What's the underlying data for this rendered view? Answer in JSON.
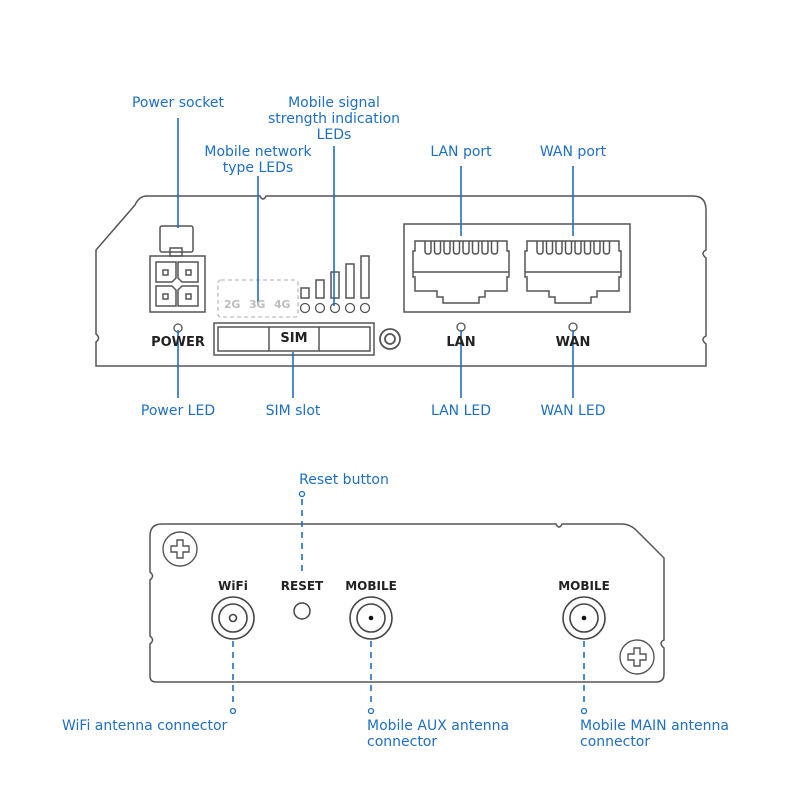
{
  "colors": {
    "callout": "#1f6fc1",
    "outline": "#555555",
    "label": "#222222",
    "led_type_text": "#bdbdbd"
  },
  "front_panel": {
    "callouts": {
      "power_socket": "Power socket",
      "mobile_network_type_leds": [
        "Mobile network",
        "type LEDs"
      ],
      "signal_strength_leds": [
        "Mobile signal",
        "strength indication",
        "LEDs"
      ],
      "lan_port": "LAN port",
      "wan_port": "WAN port",
      "power_led": "Power LED",
      "sim_slot": "SIM slot",
      "lan_led": "LAN LED",
      "wan_led": "WAN LED"
    },
    "labels": {
      "power": "POWER",
      "sim": "SIM",
      "lan": "LAN",
      "wan": "WAN"
    },
    "network_types": [
      "2G",
      "3G",
      "4G"
    ],
    "signal_bars": 5
  },
  "back_panel": {
    "callouts": {
      "reset_button": "Reset button",
      "wifi_connector": "WiFi antenna connector",
      "mobile_aux_connector": [
        "Mobile AUX antenna",
        "connector"
      ],
      "mobile_main_connector": [
        "Mobile MAIN antenna",
        "connector"
      ]
    },
    "labels": {
      "wifi": "WiFi",
      "reset": "RESET",
      "mobile_aux": "MOBILE",
      "mobile_main": "MOBILE"
    }
  }
}
